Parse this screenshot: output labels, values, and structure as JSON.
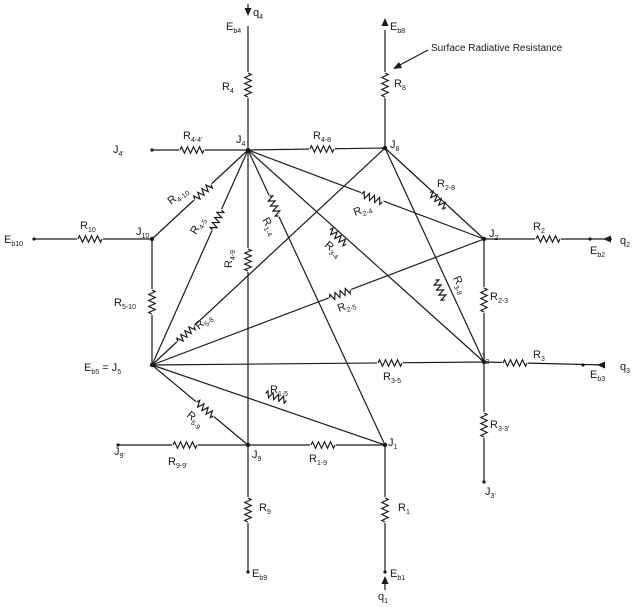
{
  "surface_note": "Surface Radiative Resistance",
  "nodes": {
    "J1": {
      "main": "J",
      "sub": "1"
    },
    "J2": {
      "main": "J",
      "sub": "2"
    },
    "J3": {
      "main": "J",
      "sub": "3"
    },
    "J4": {
      "main": "J",
      "sub": "4"
    },
    "J5": {
      "main": "E",
      "sub": "b5",
      "suffix": " = J",
      "suffix_sub": "5"
    },
    "J8": {
      "main": "J",
      "sub": "8"
    },
    "J9": {
      "main": "J",
      "sub": "9"
    },
    "J10": {
      "main": "J",
      "sub": "10"
    },
    "J3p": {
      "main": "J",
      "sub": "3'"
    },
    "J4p": {
      "main": "J",
      "sub": "4'"
    },
    "J9p": {
      "main": "J",
      "sub": "9'"
    }
  },
  "sources": {
    "Eb1": {
      "main": "E",
      "sub": "b1"
    },
    "Eb2": {
      "main": "E",
      "sub": "b2"
    },
    "Eb3": {
      "main": "E",
      "sub": "b3"
    },
    "Eb4": {
      "main": "E",
      "sub": "b4"
    },
    "Eb8": {
      "main": "E",
      "sub": "b8"
    },
    "Eb9": {
      "main": "E",
      "sub": "b9"
    },
    "Eb10": {
      "main": "E",
      "sub": "b10"
    }
  },
  "heat_flows": {
    "q1": {
      "main": "q",
      "sub": "1"
    },
    "q2": {
      "main": "q",
      "sub": "2"
    },
    "q3": {
      "main": "q",
      "sub": "3"
    },
    "q4": {
      "main": "q",
      "sub": "4"
    }
  },
  "resistors": {
    "R1": {
      "main": "R",
      "sub": "1"
    },
    "R2": {
      "main": "R",
      "sub": "2"
    },
    "R3": {
      "main": "R",
      "sub": "3"
    },
    "R4": {
      "main": "R",
      "sub": "4"
    },
    "R8": {
      "main": "R",
      "sub": "8"
    },
    "R9": {
      "main": "R",
      "sub": "9"
    },
    "R10": {
      "main": "R",
      "sub": "10"
    },
    "R1_5": {
      "main": "R",
      "sub": "1-5"
    },
    "R1_9": {
      "main": "R",
      "sub": "1-9"
    },
    "R2_3": {
      "main": "R",
      "sub": "2-3"
    },
    "R2_4": {
      "main": "R",
      "sub": "2-4"
    },
    "R2_5": {
      "main": "R",
      "sub": "2-5"
    },
    "R2_8": {
      "main": "R",
      "sub": "2-8"
    },
    "R3_3p": {
      "main": "R",
      "sub": "3-3'"
    },
    "R3_5": {
      "main": "R",
      "sub": "3-5"
    },
    "R3_4": {
      "main": "R",
      "sub": "3-4"
    },
    "R3_8": {
      "main": "R",
      "sub": "3-8"
    },
    "R1_4": {
      "main": "R",
      "sub": "1-4"
    },
    "R4_4p": {
      "main": "R",
      "sub": "4-4'"
    },
    "R4_5": {
      "main": "R",
      "sub": "4-5"
    },
    "R4_8": {
      "main": "R",
      "sub": "4-8"
    },
    "R4_9": {
      "main": "R",
      "sub": "4-9"
    },
    "R4_10": {
      "main": "R",
      "sub": "4-10"
    },
    "R5_8": {
      "main": "R",
      "sub": "5-8"
    },
    "R5_9": {
      "main": "R",
      "sub": "5-9"
    },
    "R5_10": {
      "main": "R",
      "sub": "5-10"
    },
    "R9_9p": {
      "main": "R",
      "sub": "9-9'"
    }
  }
}
